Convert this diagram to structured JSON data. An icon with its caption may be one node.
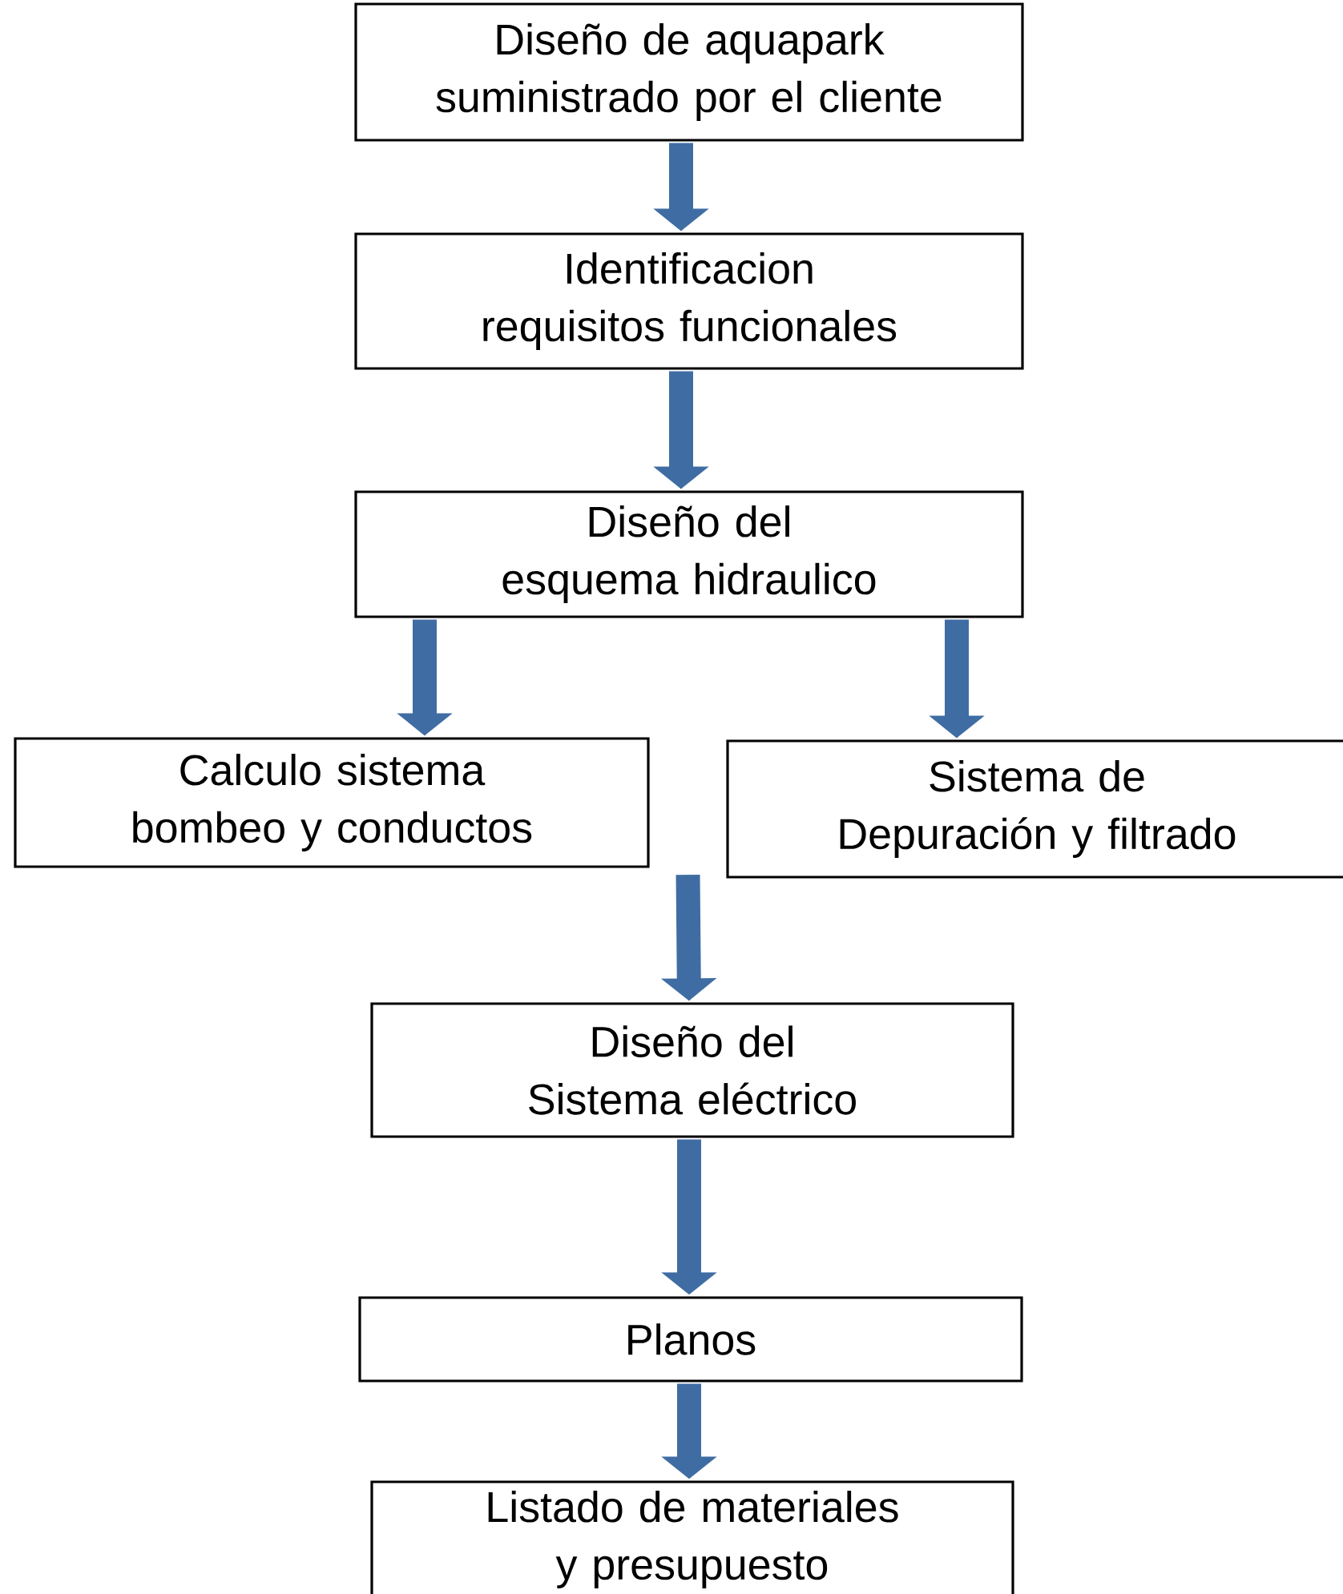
{
  "diagram": {
    "nodes": [
      {
        "text": [
          "Diseño de aquapark suministrado por el cliente"
        ]
      },
      {
        "text": [
          "Identificacion requisitos funcionales"
        ]
      },
      {
        "text": [
          "Diseño del esquema hidraulico"
        ]
      },
      {
        "text": [
          "Calculo sistema bombeo y conductos"
        ]
      },
      {
        "text": [
          "Sistema de Depuración y filtrado"
        ]
      },
      {
        "text": [
          "Diseño del Sistema eléctrico"
        ]
      },
      {
        "text": [
          "Planos"
        ]
      },
      {
        "text": [
          "Listado de materiales y presupuesto"
        ]
      }
    ],
    "edges": [
      {
        "from": 0,
        "to": 1,
        "arrow": "to"
      },
      {
        "from": 1,
        "to": 2,
        "arrow": "to"
      },
      {
        "from": 2,
        "to": 3,
        "arrow": "to"
      },
      {
        "from": 2,
        "to": 4,
        "arrow": "to"
      },
      {
        "from": 3,
        "to": 5,
        "arrow": "to"
      },
      {
        "from": 4,
        "to": 5,
        "arrow": "to"
      },
      {
        "from": 5,
        "to": 6,
        "arrow": "to"
      },
      {
        "from": 6,
        "to": 7,
        "arrow": "to"
      }
    ]
  }
}
